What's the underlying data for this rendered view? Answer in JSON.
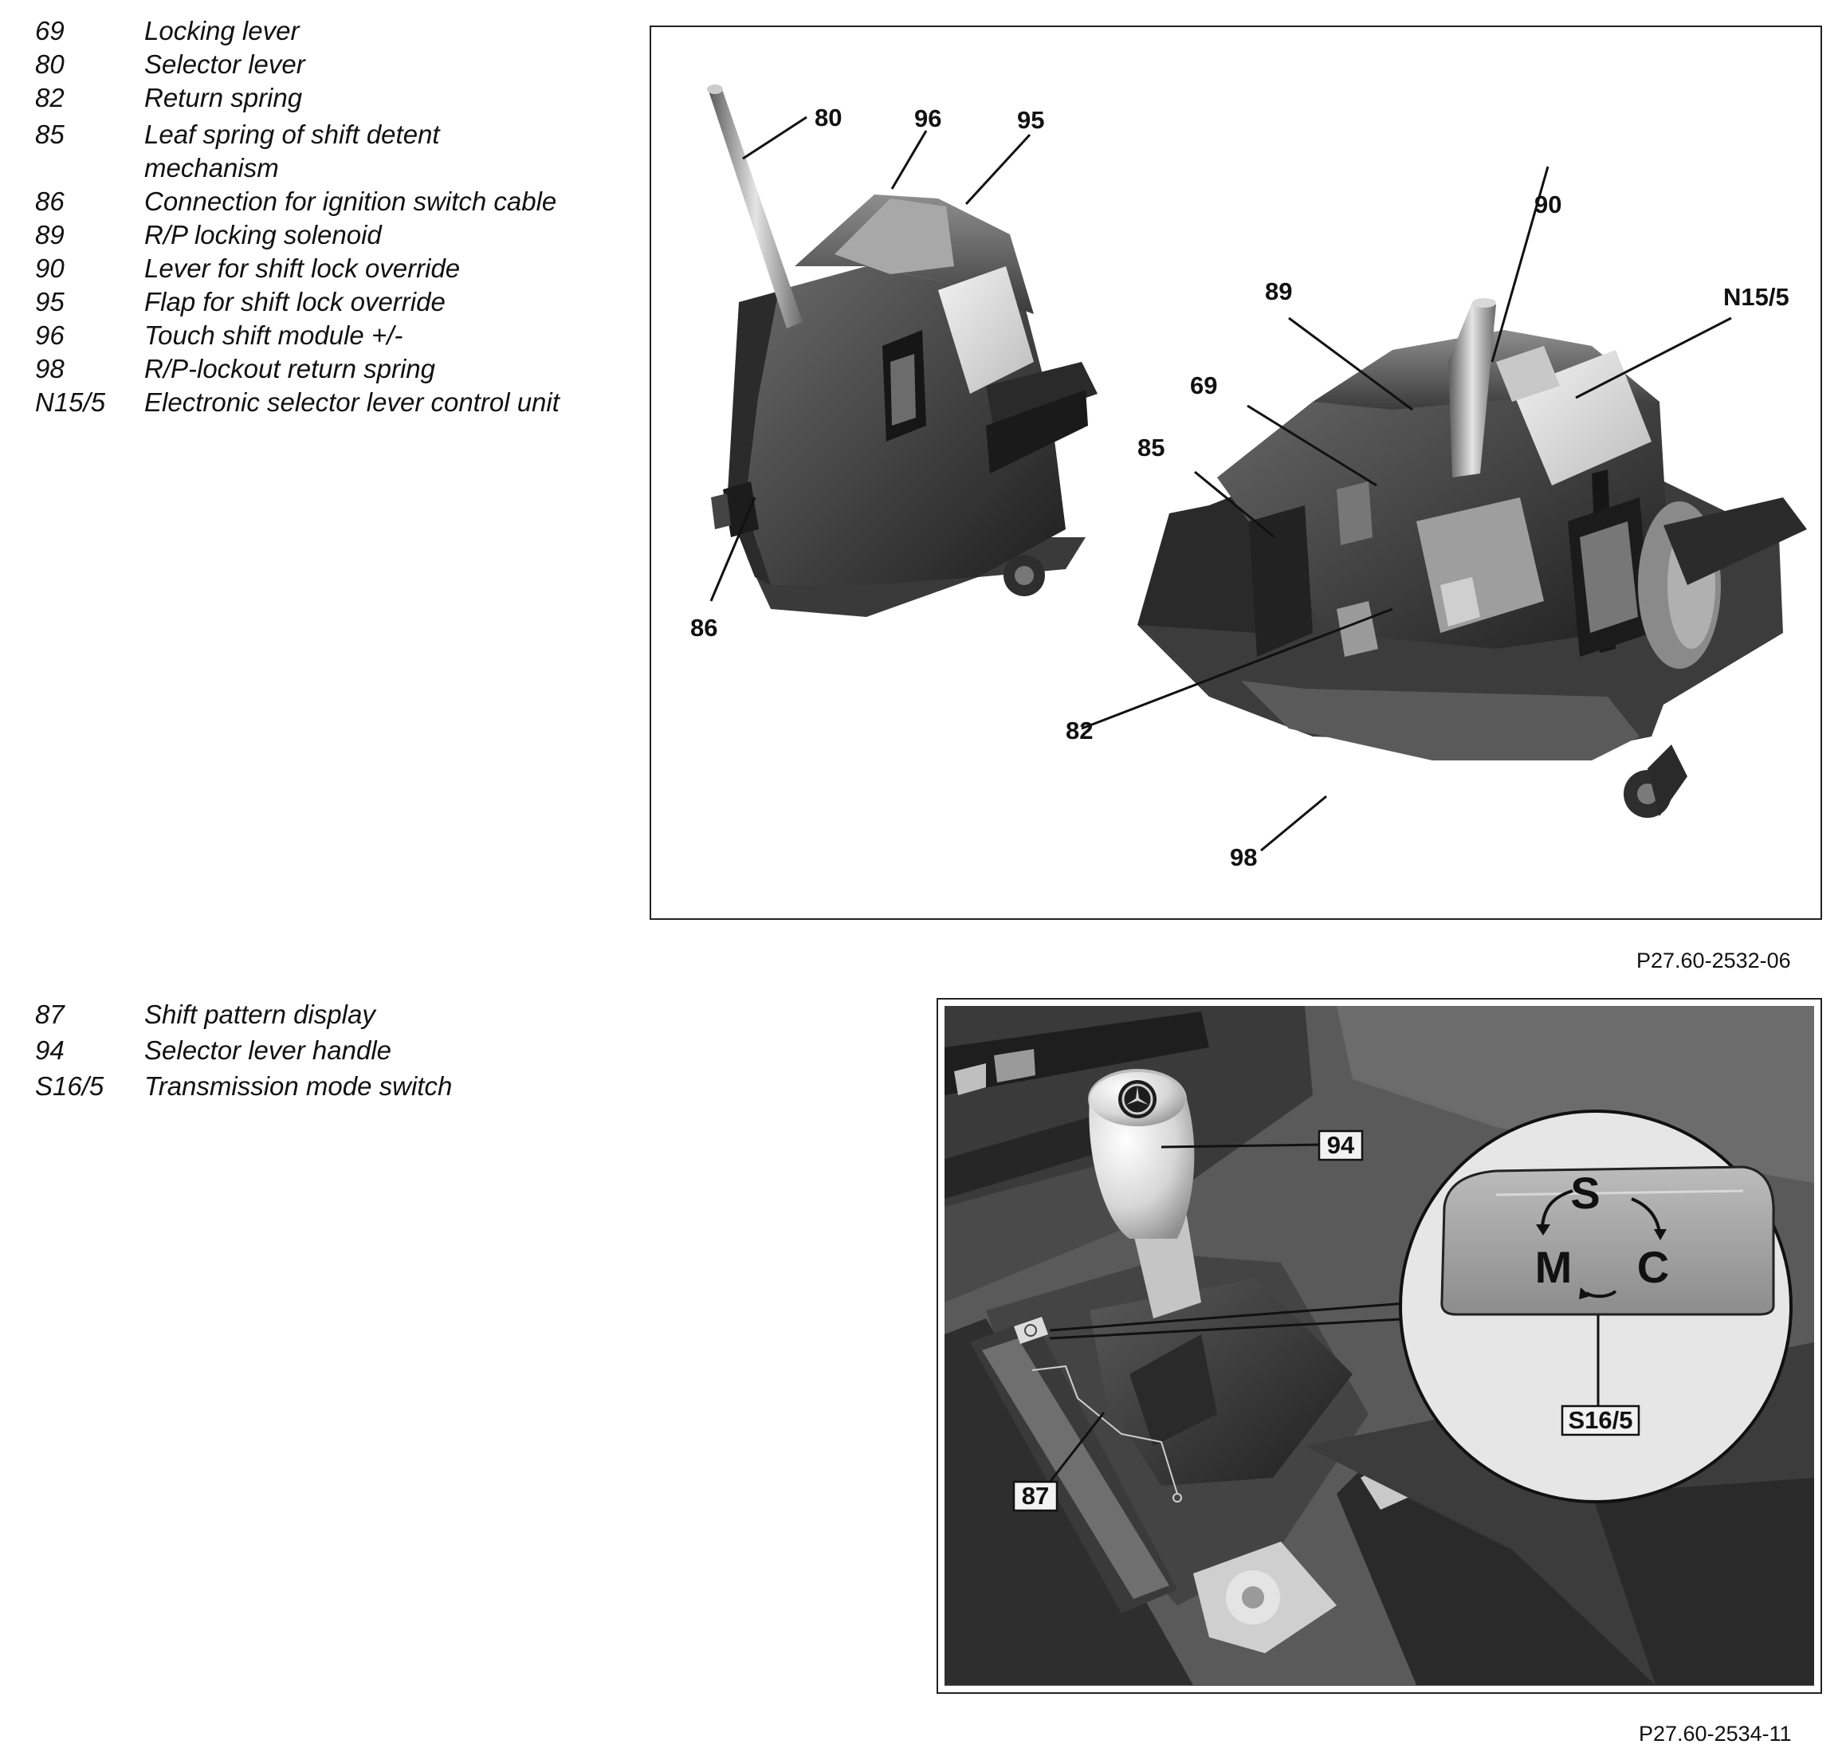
{
  "section1": {
    "legend": [
      {
        "num": "69",
        "desc": "Locking lever"
      },
      {
        "num": "80",
        "desc": "Selector lever"
      },
      {
        "num": "82",
        "desc": "Return spring"
      },
      {
        "num": "85",
        "desc": "Leaf spring of shift detent mechanism"
      },
      {
        "num": "86",
        "desc": "Connection for ignition switch cable"
      },
      {
        "num": "89",
        "desc": "R/P locking solenoid"
      },
      {
        "num": "90",
        "desc": "Lever for shift lock override"
      },
      {
        "num": "95",
        "desc": "Flap for shift lock override"
      },
      {
        "num": "96",
        "desc": "Touch shift module +/-"
      },
      {
        "num": "98",
        "desc": "R/P-lockout return spring"
      },
      {
        "num": "N15/5",
        "desc": "Electronic selector lever control unit"
      }
    ],
    "figure_id": "P27.60-2532-06",
    "callouts": {
      "c80": "80",
      "c96": "96",
      "c95": "95",
      "c86": "86",
      "c90": "90",
      "c89": "89",
      "cN15": "N15/5",
      "c69": "69",
      "c85": "85",
      "c82": "82",
      "c98": "98"
    }
  },
  "section2": {
    "legend": [
      {
        "num": "87",
        "desc": "Shift pattern display"
      },
      {
        "num": "94",
        "desc": "Selector lever handle"
      },
      {
        "num": "S16/5",
        "desc": "Transmission mode switch"
      }
    ],
    "figure_id": "P27.60-2534-11",
    "callouts": {
      "c94": "94",
      "c87": "87",
      "cS16": "S16/5"
    },
    "switch_letters": {
      "s": "S",
      "m": "M",
      "c": "C"
    }
  }
}
